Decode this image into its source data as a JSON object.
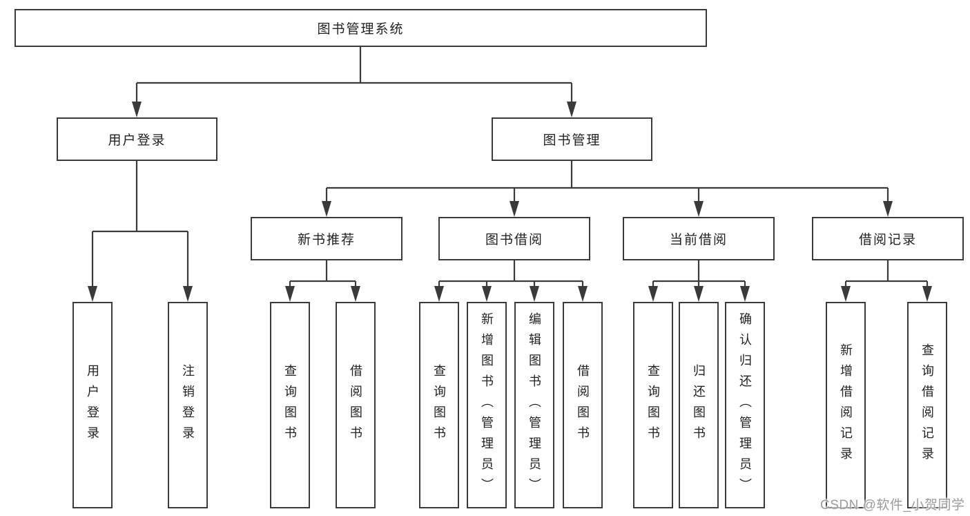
{
  "diagram_title": "图书管理系统",
  "tree": {
    "root": {
      "label": "图书管理系统"
    },
    "level1": [
      {
        "label": "用户登录",
        "children": [
          "用户登录",
          "注销登录"
        ]
      },
      {
        "label": "图书管理"
      }
    ],
    "level2": [
      {
        "label": "新书推荐",
        "children": [
          "查询图书",
          "借阅图书"
        ]
      },
      {
        "label": "图书借阅",
        "children": [
          "查询图书",
          "新增图书（管理员）",
          "编辑图书（管理员）",
          "借阅图书"
        ]
      },
      {
        "label": "当前借阅",
        "children": [
          "查询图书",
          "归还图书",
          "确认归还（管理员）"
        ]
      },
      {
        "label": "借阅记录",
        "children": [
          "新增借阅记录",
          "查询借阅记录"
        ]
      }
    ]
  },
  "watermark": {
    "text": "CSDN @软件_小贺同学"
  },
  "colors": {
    "line": "#3a3a3a",
    "text": "#222222",
    "box_background": "#ffffff",
    "page_background": "#ffffff",
    "watermark": "#9b9b9b"
  }
}
